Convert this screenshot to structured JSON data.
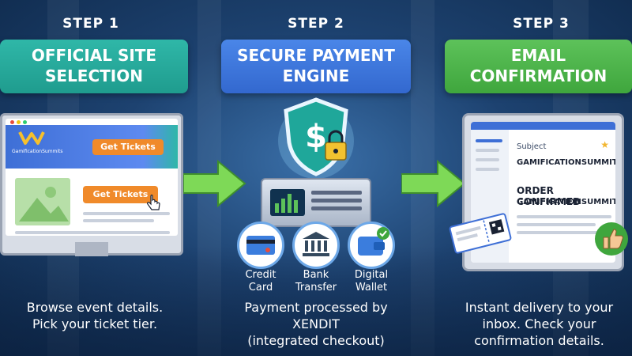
{
  "steps": [
    {
      "number": "STEP 1",
      "title_line1": "OFFICIAL SITE",
      "title_line2": "SELECTION",
      "caption_line1": "Browse event details.",
      "caption_line2": "Pick your ticket tier."
    },
    {
      "number": "STEP 2",
      "title_line1": "SECURE PAYMENT",
      "title_line2": "ENGINE",
      "caption_line1": "Payment processed by",
      "caption_line2": "XENDIT",
      "caption_line3": "(integrated checkout)"
    },
    {
      "number": "STEP 3",
      "title_line1": "EMAIL",
      "title_line2": "CONFIRMATION",
      "caption_line1": "Instant delivery to your",
      "caption_line2": "inbox. Check your",
      "caption_line3": "confirmation details."
    }
  ],
  "site_mockup": {
    "brand": "GamificationSummits",
    "button_top": "Get Tickets",
    "button_bottom": "Get Tickets"
  },
  "payment_methods": [
    {
      "line1": "Credit",
      "line2": "Card",
      "icon": "credit-card-icon"
    },
    {
      "line1": "Bank",
      "line2": "Transfer",
      "icon": "bank-icon"
    },
    {
      "line1": "Digital",
      "line2": "Wallet",
      "icon": "wallet-icon"
    }
  ],
  "email_mockup": {
    "subject_label": "Subject",
    "subject_value": "GAMIFICATIONSUMMIT",
    "headline": "ORDER CONFIRMED",
    "headline_sub": "GAMIFICATIONSUMMIT"
  },
  "colors": {
    "step1": "#2fb7a8",
    "step2": "#4a86e8",
    "step3": "#5dc25a",
    "arrow": "#7ed957",
    "button": "#f08a2a"
  }
}
